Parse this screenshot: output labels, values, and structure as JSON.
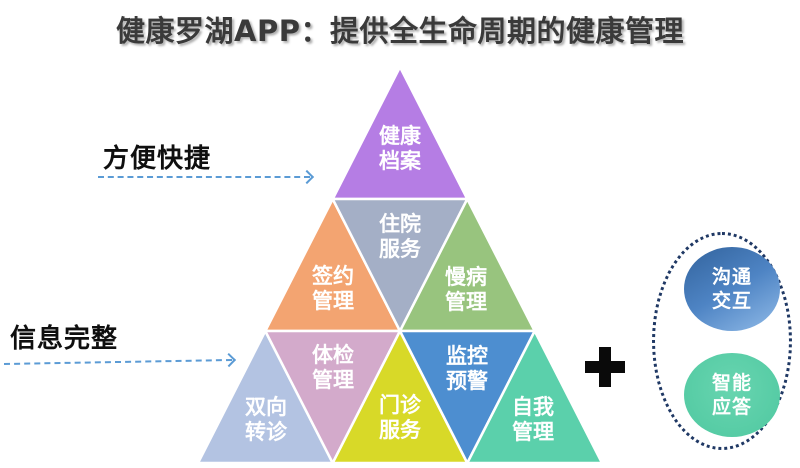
{
  "title": "健康罗湖APP：提供全生命周期的健康管理",
  "left_annotations": [
    {
      "label": "方便快捷"
    },
    {
      "label": "信息完整"
    }
  ],
  "arrow_color": "#5b9bd5",
  "pyramid": {
    "cells": [
      {
        "id": "health-records",
        "line1": "健康",
        "line2": "档案",
        "color": "#b57de4"
      },
      {
        "id": "contract-management",
        "line1": "签约",
        "line2": "管理",
        "color": "#f3a471"
      },
      {
        "id": "inpatient-service",
        "line1": "住院",
        "line2": "服务",
        "color": "#a4afc6"
      },
      {
        "id": "chronic-disease-management",
        "line1": "慢病",
        "line2": "管理",
        "color": "#98c47e"
      },
      {
        "id": "two-way-referral",
        "line1": "双向",
        "line2": "转诊",
        "color": "#b3c3e2"
      },
      {
        "id": "physical-exam-management",
        "line1": "体检",
        "line2": "管理",
        "color": "#d3aacb"
      },
      {
        "id": "outpatient-service",
        "line1": "门诊",
        "line2": "服务",
        "color": "#d8d928"
      },
      {
        "id": "monitoring-warning",
        "line1": "监控",
        "line2": "预警",
        "color": "#4d8ed0"
      },
      {
        "id": "self-management",
        "line1": "自我",
        "line2": "管理",
        "color": "#5bd0ab"
      }
    ]
  },
  "icons": {
    "plus_sign": "plus-icon"
  },
  "side_group": {
    "outline_color": "#1f3864",
    "items": [
      {
        "id": "communication-interaction",
        "line1": "沟通",
        "line2": "交互",
        "color": "#4e84c4"
      },
      {
        "id": "smart-reply",
        "line1": "智能",
        "line2": "应答",
        "color": "#55cba5"
      }
    ]
  }
}
